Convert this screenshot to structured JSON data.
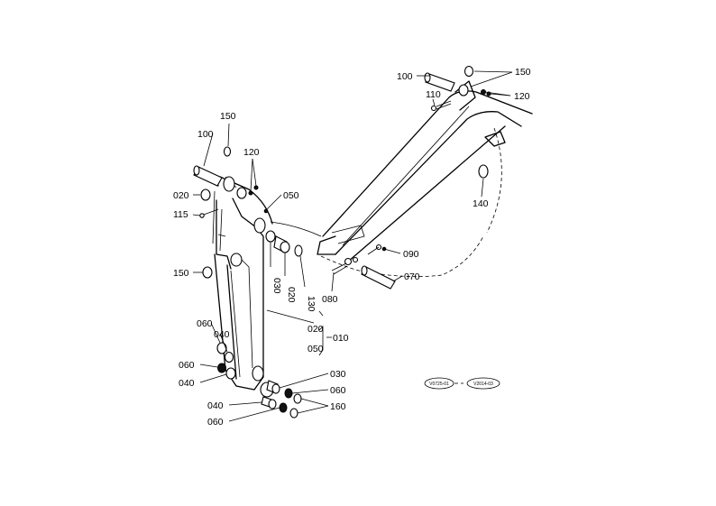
{
  "labels": {
    "l_150_top": "150",
    "l_100_top": "100",
    "l_110": "110",
    "l_120_top": "120",
    "l_140": "140",
    "l_090": "090",
    "l_070": "070",
    "l_080": "080",
    "l_150_arm": "150",
    "l_100_arm": "100",
    "l_120_arm": "120",
    "l_020_a": "020",
    "l_050_a": "050",
    "l_115": "115",
    "l_150_left": "150",
    "l_030_a": "030",
    "l_020_b": "020",
    "l_130": "130",
    "l_020_c": "020",
    "l_010": "010",
    "l_050_b": "050",
    "l_060_a": "060",
    "l_040_a": "040",
    "l_060_b": "060",
    "l_040_b": "040",
    "l_030_b": "030",
    "l_060_c": "060",
    "l_040_c": "040",
    "l_160": "160",
    "l_060_d": "060"
  },
  "refs": {
    "ref_left": "V0725-01",
    "ref_right": "V2014-03"
  }
}
